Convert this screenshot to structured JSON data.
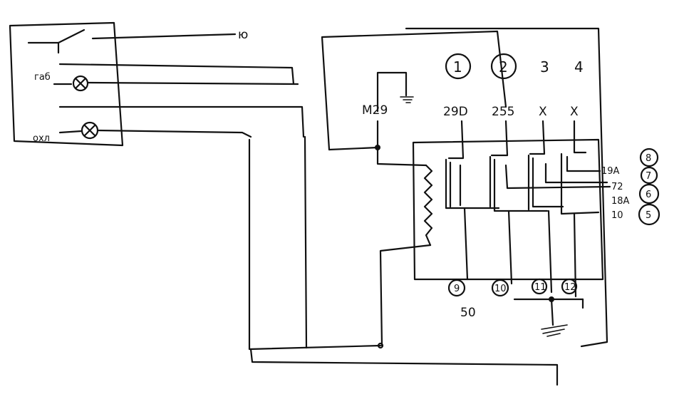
{
  "labels": {
    "top_right_wire": "ю",
    "lamp_top": "габ",
    "lamp_bottom": "охл",
    "relay": "М29",
    "col_1": "1",
    "col_2": "2",
    "col_3": "3",
    "col_4": "4",
    "term_29d": "29D",
    "term_255": "255",
    "term_x1": "X",
    "term_x2": "X",
    "out_19a": "19А",
    "out_72": "72",
    "out_18a": "18А",
    "out_10": "10",
    "side_8": "8",
    "side_7": "7",
    "side_6": "6",
    "side_5": "5",
    "bottom_9": "9",
    "bottom_10": "10",
    "bottom_11": "11",
    "bottom_12": "12",
    "bottom_50": "50"
  }
}
